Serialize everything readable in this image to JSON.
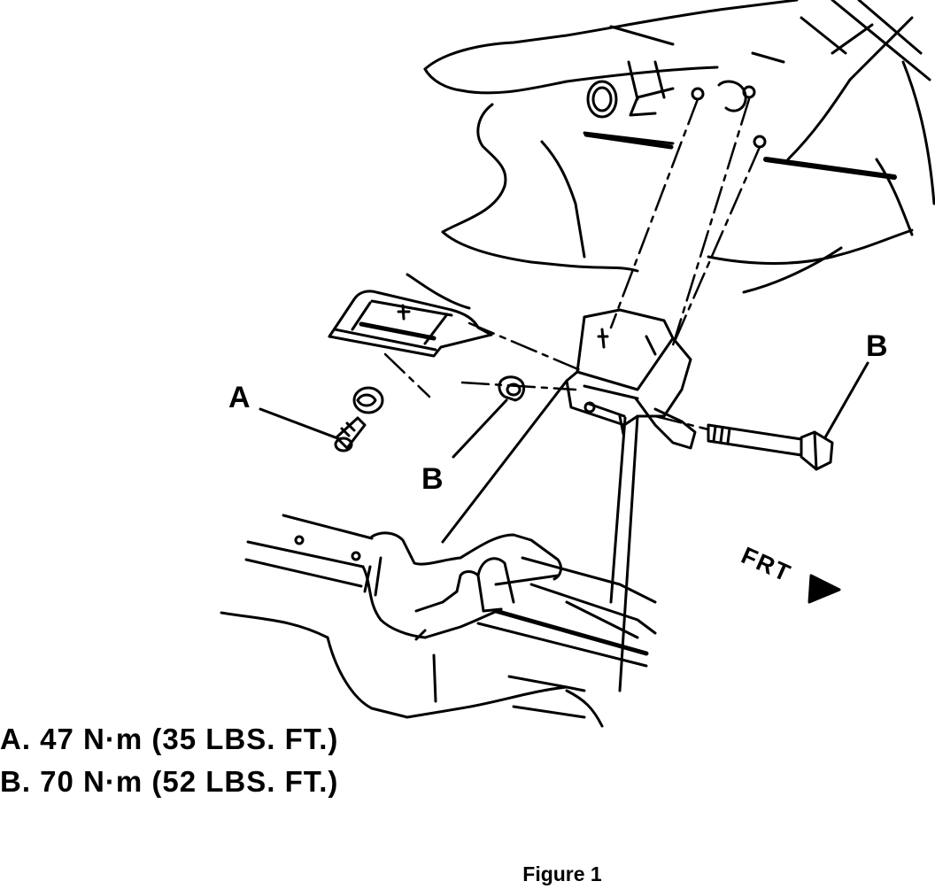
{
  "callouts": {
    "a": "A",
    "b_left": "B",
    "b_right": "B"
  },
  "direction_label": "FRT",
  "legend": [
    "A. 47 N·m (35 LBS. FT.)",
    "B. 70 N·m (52 LBS. FT.)"
  ],
  "caption": "Figure 1",
  "colors": {
    "ink": "#000000",
    "background": "#ffffff"
  }
}
